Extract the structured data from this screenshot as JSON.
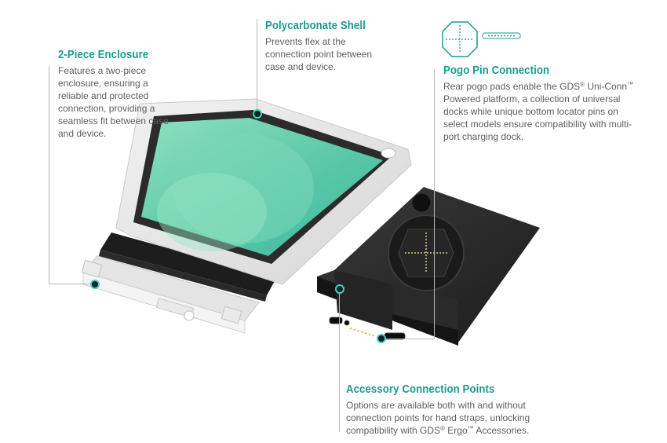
{
  "colors": {
    "accent": "#1a9b8a",
    "body_text": "#5e5e5e",
    "leader_line": "#b8b8b8",
    "marker_ring": "#3fd0b8"
  },
  "features": {
    "enclosure": {
      "title": "2-Piece Enclosure",
      "lines": [
        "Features a two-piece",
        "enclosure, ensuring a",
        "reliable and protected",
        "connection, providing a",
        "seamless fit between case",
        "and device."
      ]
    },
    "shell": {
      "title": "Polycarbonate Shell",
      "lines": [
        "Prevents flex at the",
        "connection point between",
        "case and device."
      ]
    },
    "pogo": {
      "title": "Pogo Pin Connection",
      "line1_pre": "Rear pogo pads enable the GDS",
      "line1_mid": " Uni-Conn",
      "reg": "®",
      "tm": "™",
      "lines_rest": [
        "Powered platform, a collection of universal",
        "docks while unique bottom locator pins on",
        "select models ensure compatibility with multi-",
        "port charging dock."
      ]
    },
    "accessory": {
      "title": "Accessory Connection Points",
      "lines": [
        "Options are available both with and without",
        "connection points for hand straps, unlocking"
      ],
      "line3_pre": "compatibility with GDS",
      "line3_mid": " Ergo",
      "line3_post": " Accessories."
    }
  },
  "icons": {
    "pogo_badge": "pogo-pin-crosshair-icon",
    "pogo_strip": "pogo-pin-strip-icon"
  }
}
